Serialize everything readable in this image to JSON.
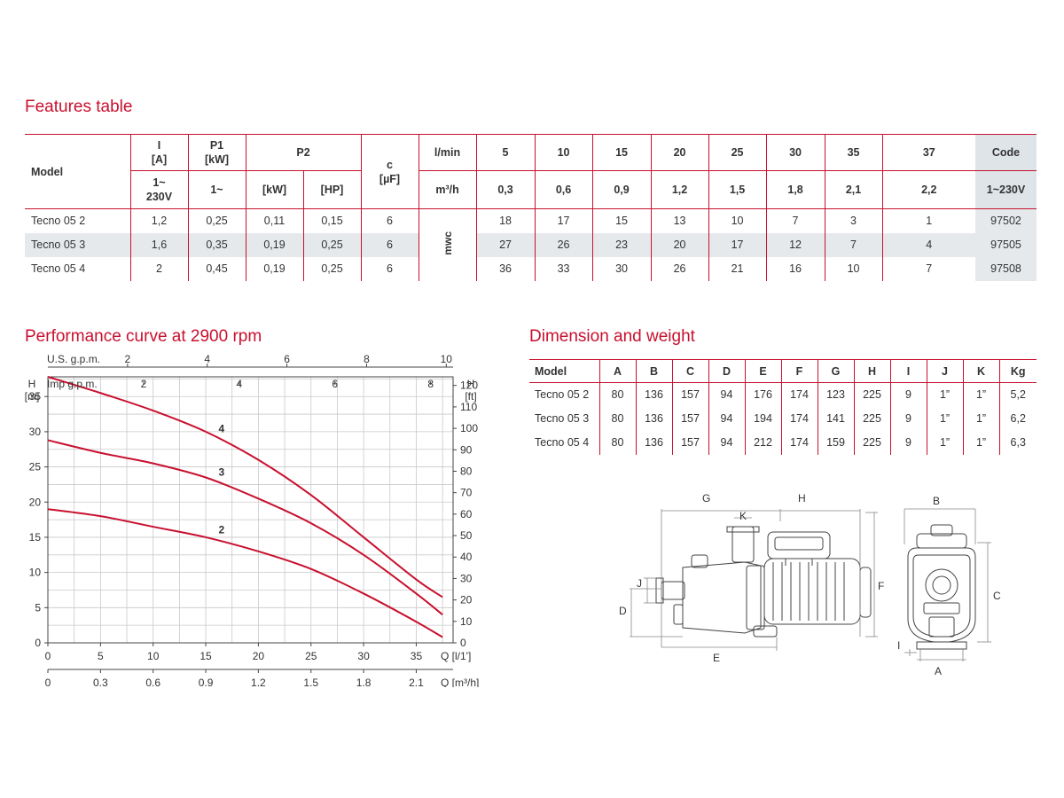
{
  "features": {
    "title": "Features table",
    "headers": {
      "model": "Model",
      "current": "I\n[A]",
      "current_unit": "1~\n230V",
      "p1": "P1\n[kW]",
      "p1_unit": "1~",
      "p2": "P2",
      "p2_kw": "[kW]",
      "p2_hp": "[HP]",
      "cap": "c\n[µF]",
      "lmin": "l/min",
      "m3h": "m³/h",
      "code": "Code",
      "code_unit": "1~230V",
      "mwc": "mwc"
    },
    "flow_lmin": [
      "5",
      "10",
      "15",
      "20",
      "25",
      "30",
      "35",
      "37"
    ],
    "flow_m3h": [
      "0,3",
      "0,6",
      "0,9",
      "1,2",
      "1,5",
      "1,8",
      "2,1",
      "2,2"
    ],
    "rows": [
      {
        "model": "Tecno 05 2",
        "i": "1,2",
        "p1": "0,25",
        "p2kw": "0,11",
        "p2hp": "0,15",
        "c": "6",
        "heads": [
          "18",
          "17",
          "15",
          "13",
          "10",
          "7",
          "3",
          "1"
        ],
        "code": "97502"
      },
      {
        "model": "Tecno 05 3",
        "i": "1,6",
        "p1": "0,35",
        "p2kw": "0,19",
        "p2hp": "0,25",
        "c": "6",
        "heads": [
          "27",
          "26",
          "23",
          "20",
          "17",
          "12",
          "7",
          "4"
        ],
        "code": "97505"
      },
      {
        "model": "Tecno 05 4",
        "i": "2",
        "p1": "0,45",
        "p2kw": "0,19",
        "p2hp": "0,25",
        "c": "6",
        "heads": [
          "36",
          "33",
          "30",
          "26",
          "21",
          "16",
          "10",
          "7"
        ],
        "code": "97508"
      }
    ]
  },
  "performance": {
    "title": "Performance curve at 2900 rpm"
  },
  "dimension": {
    "title": "Dimension and weight",
    "headers": [
      "Model",
      "A",
      "B",
      "C",
      "D",
      "E",
      "F",
      "G",
      "H",
      "I",
      "J",
      "K",
      "Kg"
    ],
    "rows": [
      [
        "Tecno 05 2",
        "80",
        "136",
        "157",
        "94",
        "176",
        "174",
        "123",
        "225",
        "9",
        "1”",
        "1”",
        "5,2"
      ],
      [
        "Tecno 05 3",
        "80",
        "136",
        "157",
        "94",
        "194",
        "174",
        "141",
        "225",
        "9",
        "1”",
        "1”",
        "6,2"
      ],
      [
        "Tecno 05 4",
        "80",
        "136",
        "157",
        "94",
        "212",
        "174",
        "159",
        "225",
        "9",
        "1”",
        "1”",
        "6,3"
      ]
    ]
  },
  "drawing": {
    "labels": {
      "A": "A",
      "B": "B",
      "C": "C",
      "D": "D",
      "E": "E",
      "F": "F",
      "G": "G",
      "H": "H",
      "I": "I",
      "J": "J",
      "K": "K"
    }
  },
  "chart_data": {
    "type": "line",
    "x": [
      0,
      5,
      10,
      15,
      20,
      25,
      30,
      35,
      37.5
    ],
    "xlabel": "Q [l/1']",
    "xlim": [
      0,
      38.5
    ],
    "xticks": [
      "0",
      "5",
      "10",
      "15",
      "20",
      "25",
      "30",
      "35"
    ],
    "x2label": "Q [m³/h]",
    "x2ticks": [
      "0",
      "0.3",
      "0.6",
      "0.9",
      "1.2",
      "1.5",
      "1.8",
      "2.1"
    ],
    "ylabel": "H\n[m]",
    "ylim": [
      0,
      37.8
    ],
    "yticks": [
      "0",
      "5",
      "10",
      "15",
      "20",
      "25",
      "30",
      "35"
    ],
    "y2label": "H\n[ft]",
    "y2ticks": [
      "0",
      "10",
      "20",
      "30",
      "40",
      "50",
      "60",
      "70",
      "80",
      "90",
      "100",
      "110",
      "120"
    ],
    "top1label": "U.S. g.p.m.",
    "top1ticks": [
      "2",
      "4",
      "6",
      "8",
      "10"
    ],
    "top2label": "Imp g.p.m.",
    "top2ticks": [
      "2",
      "4",
      "6",
      "8"
    ],
    "grid": true,
    "color": "#c8102e",
    "series": [
      {
        "name": "4",
        "values": [
          37.8,
          35.5,
          33,
          30,
          26,
          21,
          15,
          9,
          6.5
        ]
      },
      {
        "name": "3",
        "values": [
          28.8,
          27,
          25.5,
          23.5,
          20.5,
          17,
          12.5,
          7,
          4
        ]
      },
      {
        "name": "2",
        "values": [
          19,
          18,
          16.5,
          15,
          13,
          10.5,
          7,
          3,
          0.8
        ]
      }
    ]
  }
}
